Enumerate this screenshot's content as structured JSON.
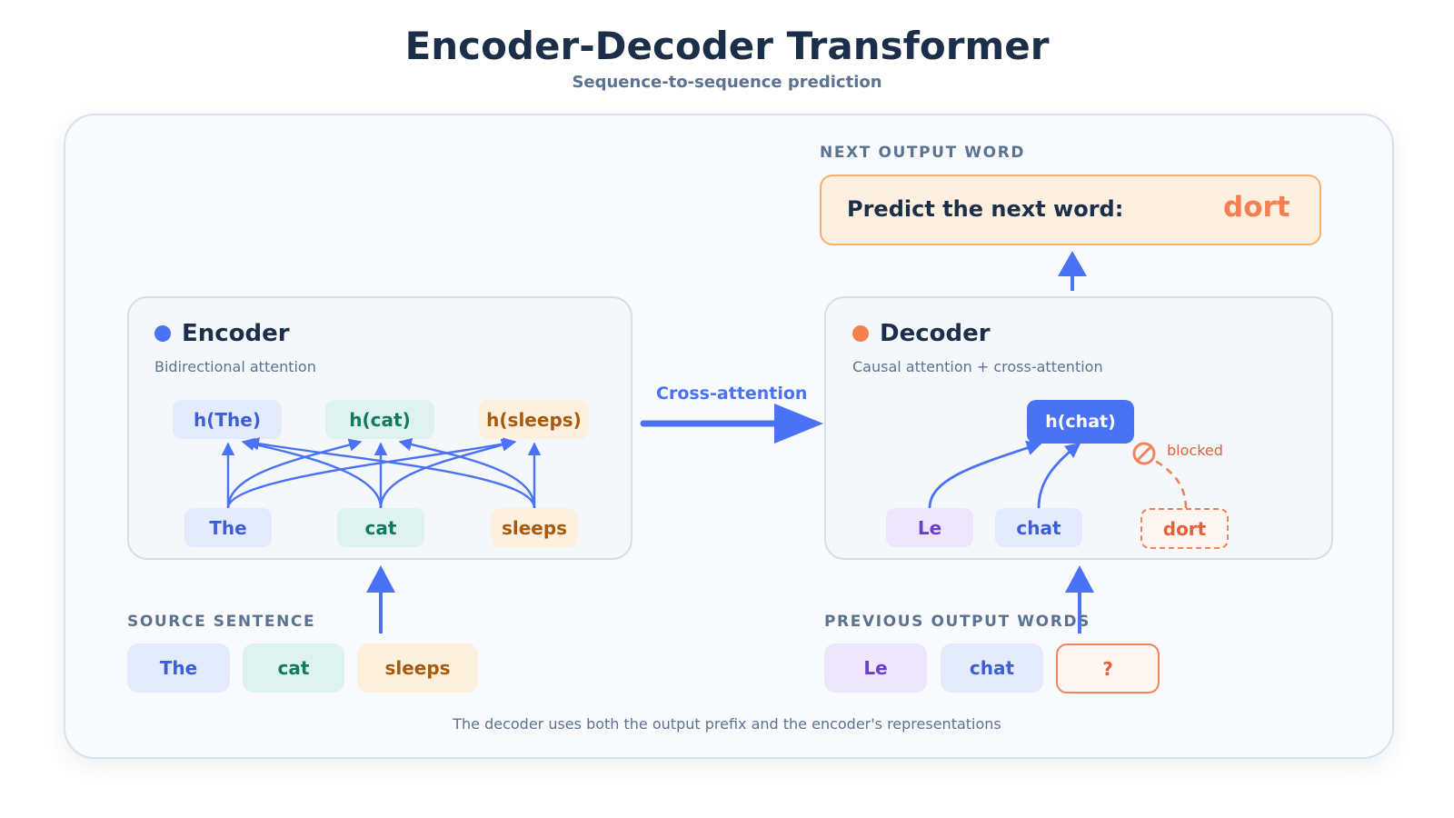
{
  "header": {
    "title": "Encoder-Decoder Transformer",
    "subtitle": "Sequence-to-sequence prediction"
  },
  "encoder": {
    "title": "Encoder",
    "subtitle": "Bidirectional attention",
    "dot_color": "#4a72f5",
    "hidden": [
      "h(The)",
      "h(cat)",
      "h(sleeps)"
    ],
    "tokens": [
      "The",
      "cat",
      "sleeps"
    ]
  },
  "decoder": {
    "title": "Decoder",
    "subtitle": "Causal attention + cross-attention",
    "dot_color": "#f47f50",
    "hidden": "h(chat)",
    "tokens": [
      "Le",
      "chat",
      "dort"
    ],
    "blocked_label": "blocked"
  },
  "cross_attention_label": "Cross-attention",
  "source": {
    "label": "SOURCE SENTENCE",
    "words": [
      "The",
      "cat",
      "sleeps"
    ]
  },
  "previous_outputs": {
    "label": "PREVIOUS OUTPUT WORDS",
    "words": [
      "Le",
      "chat",
      "?"
    ]
  },
  "next_output": {
    "label": "NEXT OUTPUT WORD",
    "prompt": "Predict the next word:",
    "word": "dort"
  },
  "footnote": "The decoder uses both the output prefix and the encoder's representations",
  "colors": {
    "arrow": "#4a72f5",
    "blocked": "#f0835e"
  }
}
